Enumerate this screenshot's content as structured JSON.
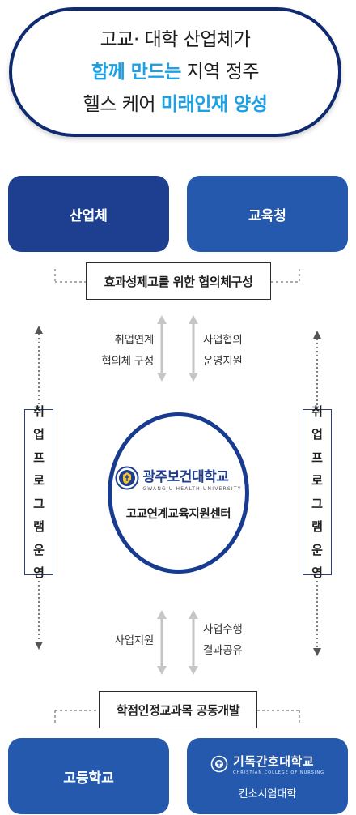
{
  "title": {
    "line1": "고교· 대학 산업체가",
    "line2_highlight": "함께 만드는",
    "line2_rest": " 지역 정주",
    "line3_prefix": "헬스 케어 ",
    "line3_highlight": "미래인재 양성"
  },
  "top": {
    "industry": "산업체",
    "education_office": "교육청",
    "consortium_label": "효과성제고를 위한 협의체구성"
  },
  "upper_arrows": {
    "left_line1": "취업연계",
    "left_line2": "협의체 구성",
    "right_line1": "사업협의",
    "right_line2": "운영지원"
  },
  "side_labels": {
    "left": [
      "취",
      "업",
      "프",
      "로",
      "그",
      "램",
      "운",
      "영"
    ],
    "right": [
      "취",
      "업",
      "프",
      "로",
      "그",
      "램",
      "운",
      "영"
    ]
  },
  "center": {
    "university_name": "광주보건대학교",
    "university_english": "GWANGJU HEALTH UNIVERSITY",
    "center_name": "고교연계교육지원센터"
  },
  "lower_arrows": {
    "left_line1": "사업지원",
    "right_line1": "사업수행",
    "right_line2": "결과공유"
  },
  "bottom": {
    "curriculum_label": "학점인정교과목 공동개발",
    "high_school": "고등학교",
    "nursing_college_name": "기독간호대학교",
    "nursing_college_english": "CHRISTIAN COLLEGE OF NURSING",
    "nursing_consortium": "컨소시엄대학"
  },
  "colors": {
    "navy": "#1e3f8f",
    "blue": "#2459ad",
    "highlight": "#1da1e6"
  }
}
